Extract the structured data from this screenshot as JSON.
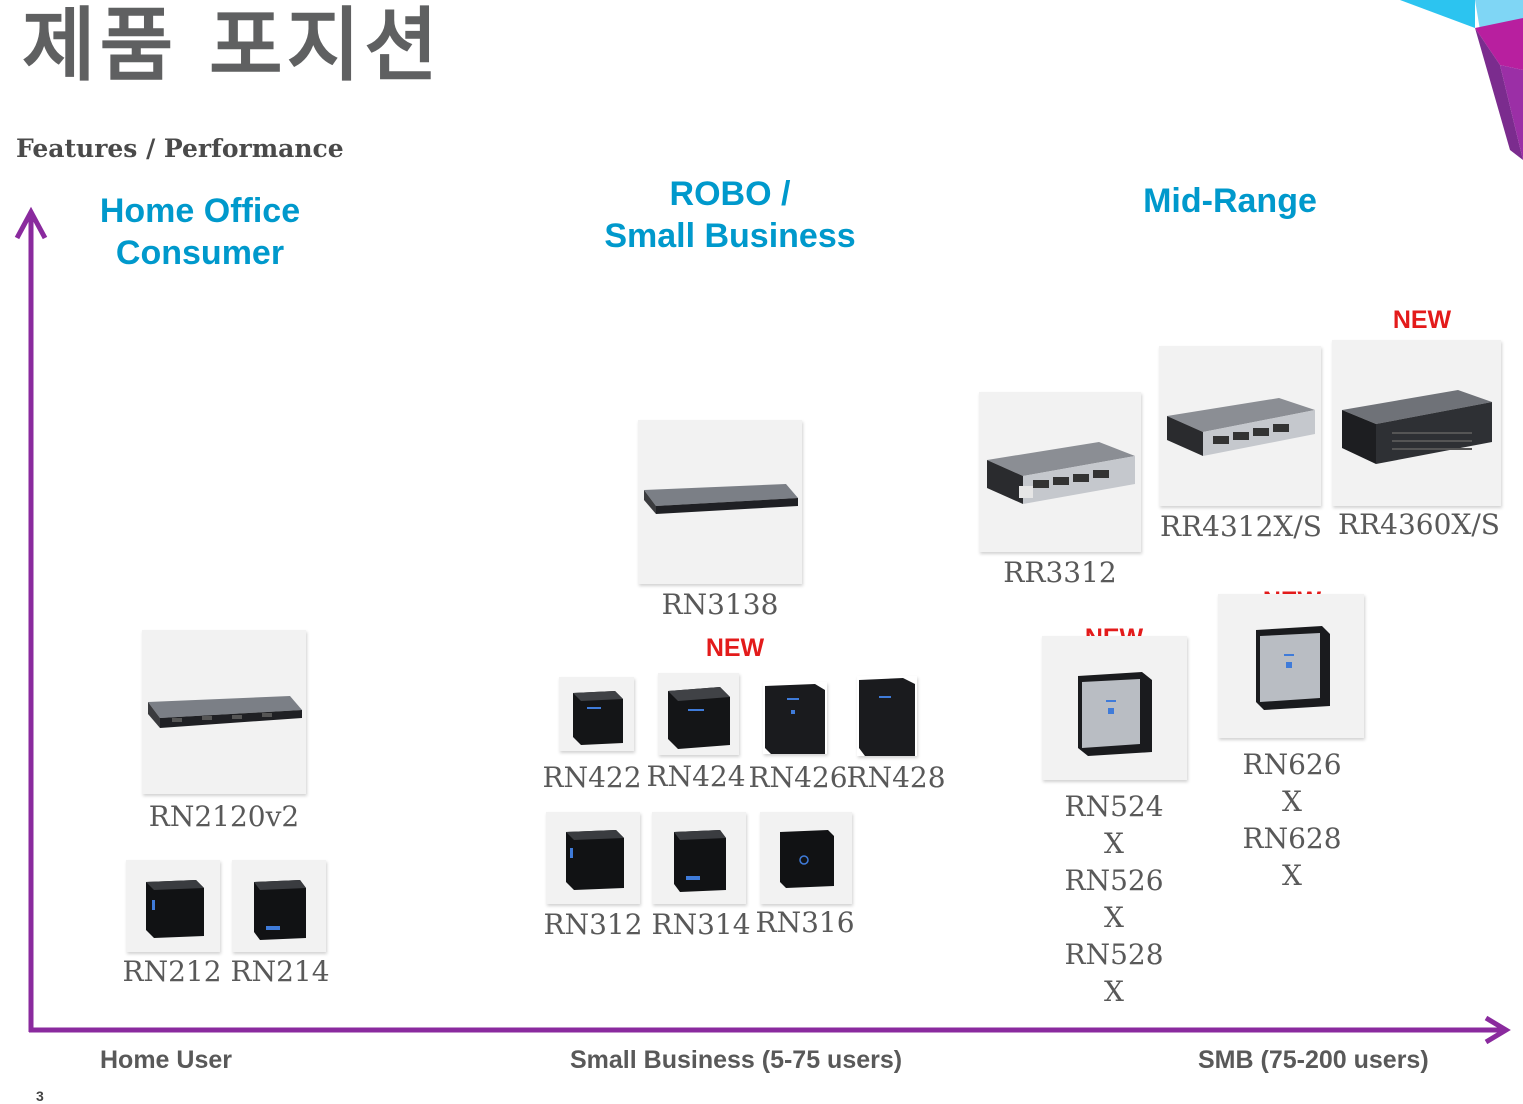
{
  "title": "제품 포지션",
  "subtitle": "Features / Performance",
  "segments": {
    "home": [
      "Home Office",
      "Consumer"
    ],
    "robo": [
      "ROBO /",
      "Small Business"
    ],
    "mid": "Mid-Range"
  },
  "axis": {
    "x_left": "Home User",
    "x_mid": "Small Business (5-75 users)",
    "x_right": "SMB (75-200 users)"
  },
  "new_label": "NEW",
  "models": {
    "rn2120v2": "RN2120v2",
    "rn212": "RN212",
    "rn214": "RN214",
    "rn3138": "RN3138",
    "rn422": "RN422",
    "rn424": "RN424",
    "rn426": "RN426",
    "rn428": "RN428",
    "rn312": "RN312",
    "rn314": "RN314",
    "rn316": "RN316",
    "rr3312": "RR3312",
    "rr4312": "RR4312X/S",
    "rr4360": "RR4360X/S",
    "rn52x": [
      "RN524",
      "X",
      "RN526",
      "X",
      "RN528",
      "X"
    ],
    "rn62x": [
      "RN626",
      "X",
      "RN628",
      "X"
    ]
  },
  "page_number": "3",
  "colors": {
    "axis": "#8a2a9e",
    "segment_text": "#0099cc",
    "new_text": "#e31b1b",
    "title_text": "#5f6061"
  },
  "icons": {
    "rack": "rack-server-icon",
    "desktop_nas": "desktop-nas-icon",
    "silver_nas": "silver-nas-icon"
  }
}
